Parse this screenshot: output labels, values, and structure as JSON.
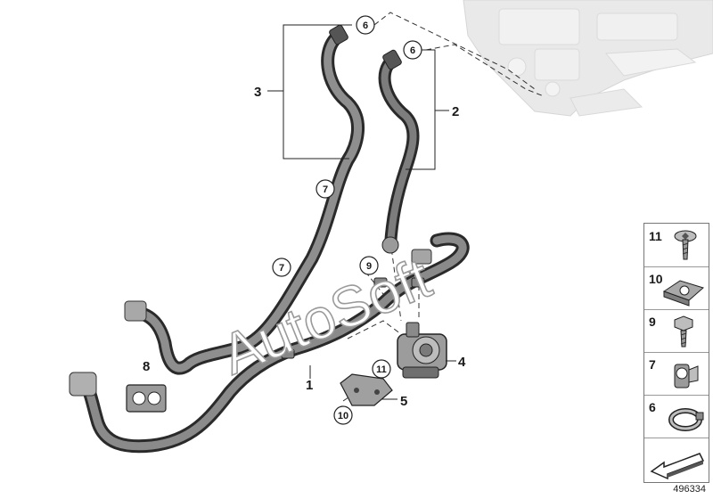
{
  "diagram": {
    "callouts": [
      {
        "id": "label-1",
        "text": "1"
      },
      {
        "id": "label-2",
        "text": "2"
      },
      {
        "id": "label-3",
        "text": "3"
      },
      {
        "id": "label-4",
        "text": "4"
      },
      {
        "id": "label-5",
        "text": "5"
      },
      {
        "id": "label-8",
        "text": "8"
      }
    ],
    "circled": {
      "c6a": "6",
      "c6b": "6",
      "c7a": "7",
      "c7b": "7",
      "c9": "9",
      "c10": "10",
      "c11": "11"
    },
    "watermark": "AutoSoft"
  },
  "legend": {
    "items": [
      {
        "number": "11",
        "icon": "torx-screw-icon"
      },
      {
        "number": "10",
        "icon": "clip-nut-icon"
      },
      {
        "number": "9",
        "icon": "hex-bolt-icon"
      },
      {
        "number": "7",
        "icon": "hose-clip-holder-icon"
      },
      {
        "number": "6",
        "icon": "hose-clamp-icon"
      }
    ],
    "arrow_icon": "orientation-arrow-icon"
  },
  "doc_number": "496334"
}
